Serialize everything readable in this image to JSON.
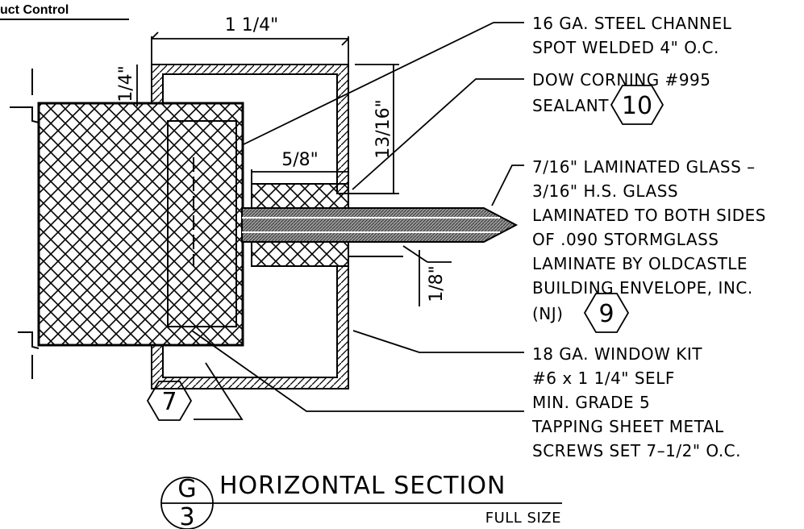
{
  "header": {
    "text": "uct Control"
  },
  "dimensions": {
    "overall_width": "1 1/4\"",
    "depth": "13/16\"",
    "inset": "5/8\"",
    "small_left": "1/4\"",
    "small_bottom": "1/8\""
  },
  "notes": {
    "channel": [
      "16 GA. STEEL CHANNEL",
      "SPOT WELDED 4\" O.C."
    ],
    "sealant": [
      "DOW CORNING #995",
      "SEALANT"
    ],
    "glass": [
      "7/16\" LAMINATED GLASS –",
      "3/16\" H.S. GLASS",
      "LAMINATED TO BOTH SIDES",
      "OF .090 STORMGLASS",
      "LAMINATE BY OLDCASTLE",
      "BUILDING ENVELOPE, INC.",
      "(NJ)"
    ],
    "window_kit": [
      "18 GA. WINDOW KIT"
    ],
    "screws": [
      "#6 x 1 1/4\" SELF",
      "MIN. GRADE 5",
      "TAPPING SHEET METAL",
      "SCREWS SET 7–1/2\" O.C."
    ]
  },
  "tags": {
    "sealant": "10",
    "glass": "9",
    "screws": "7"
  },
  "section": {
    "letter": "G",
    "sheet": "3",
    "title": "HORIZONTAL SECTION",
    "scale": "FULL SIZE"
  },
  "colors": {
    "ink": "#000000",
    "glass": "#7a7a7a",
    "paper": "#ffffff"
  }
}
